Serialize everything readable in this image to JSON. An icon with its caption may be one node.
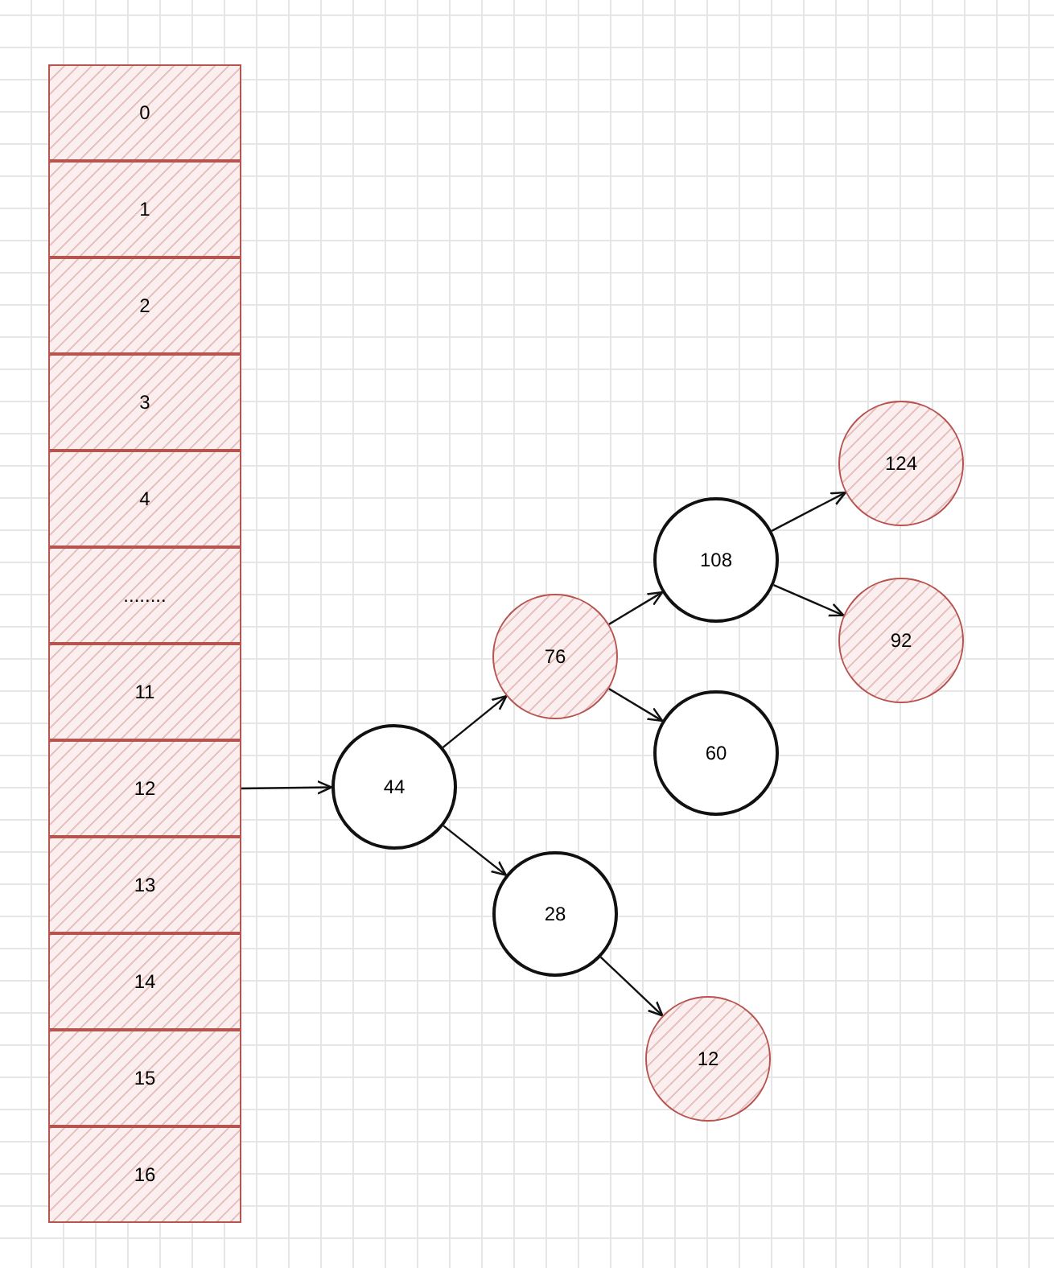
{
  "diagram": {
    "nodes": [
      {
        "text": [
          "0"
        ]
      },
      {
        "text": [
          "1"
        ]
      },
      {
        "text": [
          "2"
        ]
      },
      {
        "text": [
          "3"
        ]
      },
      {
        "text": [
          "4"
        ]
      },
      {
        "text": [
          "........"
        ]
      },
      {
        "text": [
          "11"
        ]
      },
      {
        "text": [
          "12"
        ]
      },
      {
        "text": [
          "13"
        ]
      },
      {
        "text": [
          "14"
        ]
      },
      {
        "text": [
          "15"
        ]
      },
      {
        "text": [
          "16"
        ]
      },
      {
        "text": [
          "44"
        ]
      },
      {
        "text": [
          "76"
        ]
      },
      {
        "text": [
          "108"
        ]
      },
      {
        "text": [
          "124"
        ]
      },
      {
        "text": [
          "92"
        ]
      },
      {
        "text": [
          "60"
        ]
      },
      {
        "text": [
          "28"
        ]
      },
      {
        "text": [
          "12"
        ]
      }
    ],
    "edges": [
      {
        "from": 7,
        "to": 12,
        "arrow": "to"
      },
      {
        "from": 12,
        "to": 13,
        "arrow": "to"
      },
      {
        "from": 12,
        "to": 18,
        "arrow": "to"
      },
      {
        "from": 13,
        "to": 14,
        "arrow": "to"
      },
      {
        "from": 13,
        "to": 17,
        "arrow": "to"
      },
      {
        "from": 18,
        "to": 19,
        "arrow": "to"
      },
      {
        "from": 14,
        "to": 15,
        "arrow": "to"
      },
      {
        "from": 14,
        "to": 16,
        "arrow": "to"
      }
    ]
  }
}
